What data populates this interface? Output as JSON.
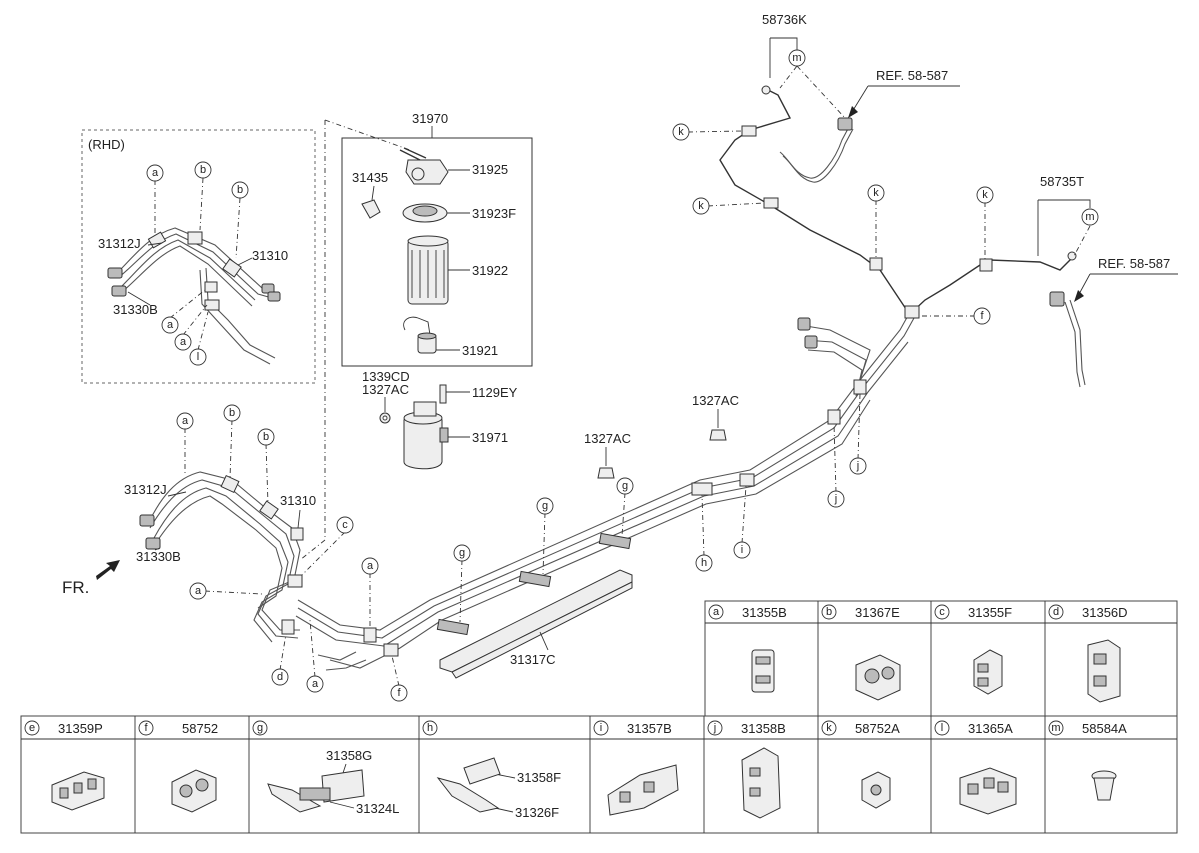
{
  "inset": {
    "title": "(RHD)"
  },
  "fr_label": "FR.",
  "labels": {
    "p31970": "31970",
    "p31925": "31925",
    "p31435": "31435",
    "p31923F": "31923F",
    "p31922": "31922",
    "p31921": "31921",
    "p1339CD": "1339CD",
    "p1327AC_a": "1327AC",
    "p1129EY": "1129EY",
    "p31971": "31971",
    "p58736K": "58736K",
    "ref1": "REF. 58-587",
    "p58735T": "58735T",
    "ref2": "REF. 58-587",
    "p1327AC_b": "1327AC",
    "p1327AC_c": "1327AC",
    "p31312J_main": "31312J",
    "p31330B_main": "31330B",
    "p31310_main": "31310",
    "p31312J_rhd": "31312J",
    "p31330B_rhd": "31330B",
    "p31310_rhd": "31310",
    "p31317C": "31317C"
  },
  "callouts": {
    "a": "a",
    "b": "b",
    "c": "c",
    "d": "d",
    "e": "e",
    "f": "f",
    "g": "g",
    "h": "h",
    "i": "i",
    "j": "j",
    "k": "k",
    "l": "l",
    "m": "m"
  },
  "legend_top": [
    {
      "letter": "a",
      "part": "31355B"
    },
    {
      "letter": "b",
      "part": "31367E"
    },
    {
      "letter": "c",
      "part": "31355F"
    },
    {
      "letter": "d",
      "part": "31356D"
    }
  ],
  "legend_bottom": [
    {
      "letter": "e",
      "part": "31359P"
    },
    {
      "letter": "f",
      "part": "58752"
    },
    {
      "letter": "g",
      "part": ""
    },
    {
      "letter": "h",
      "part": ""
    },
    {
      "letter": "i",
      "part": "31357B"
    },
    {
      "letter": "j",
      "part": "31358B"
    },
    {
      "letter": "k",
      "part": "58752A"
    },
    {
      "letter": "l",
      "part": "31365A"
    },
    {
      "letter": "m",
      "part": "58584A"
    }
  ],
  "legend_sub": {
    "g1": "31358G",
    "g2": "31324L",
    "h1": "31358F",
    "h2": "31326F"
  }
}
